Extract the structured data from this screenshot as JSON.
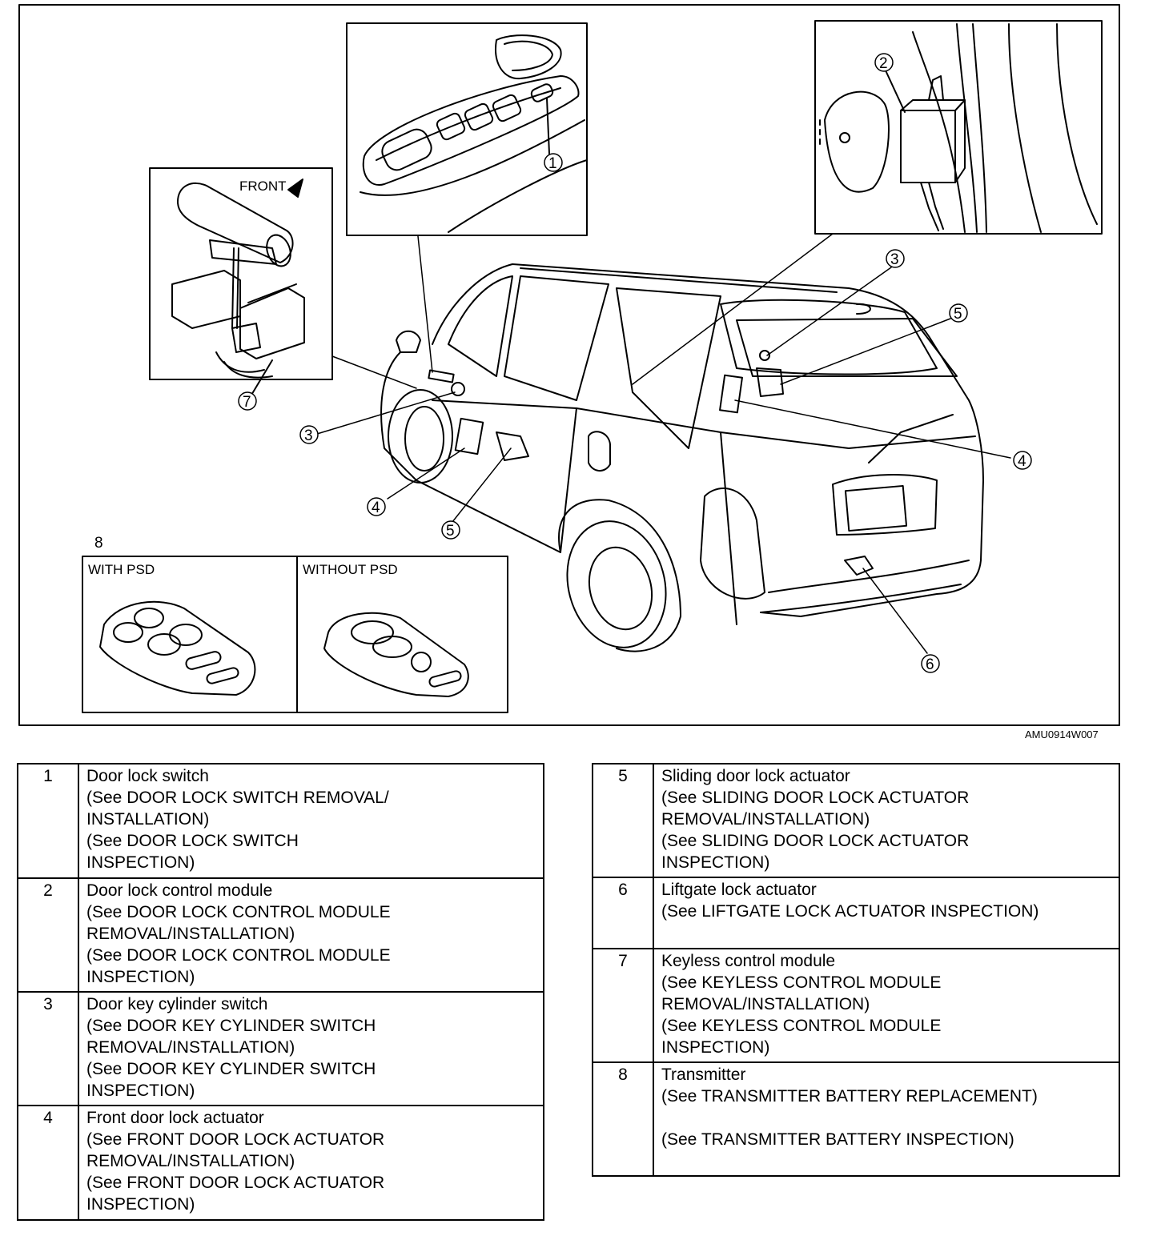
{
  "figure": {
    "id_code": "AMU0914W007",
    "front_label": "FRONT",
    "transmitter_label": "8",
    "with_psd_label": "WITH PSD",
    "without_psd_label": "WITHOUT PSD",
    "callouts": [
      "1",
      "2",
      "3",
      "3",
      "4",
      "4",
      "5",
      "5",
      "6",
      "7"
    ]
  },
  "legend": {
    "left": [
      {
        "num": "1",
        "text": "Door lock switch\n(See DOOR LOCK SWITCH REMOVAL/\nINSTALLATION)\n(See DOOR LOCK SWITCH\nINSPECTION)"
      },
      {
        "num": "2",
        "text": "Door lock control module\n(See DOOR LOCK CONTROL MODULE\nREMOVAL/INSTALLATION)\n(See  DOOR LOCK CONTROL MODULE\nINSPECTION)"
      },
      {
        "num": "3",
        "text": "Door key cylinder switch\n(See DOOR KEY CYLINDER SWITCH\nREMOVAL/INSTALLATION)\n(See DOOR KEY CYLINDER SWITCH\nINSPECTION)"
      },
      {
        "num": "4",
        "text": "Front door lock actuator\n(See FRONT DOOR LOCK ACTUATOR\nREMOVAL/INSTALLATION)\n(See  FRONT DOOR LOCK ACTUATOR\nINSPECTION)"
      }
    ],
    "right": [
      {
        "num": "5",
        "text": "Sliding door lock actuator\n(See SLIDING DOOR LOCK ACTUATOR\nREMOVAL/INSTALLATION)\n(See SLIDING DOOR LOCK ACTUATOR\nINSPECTION)"
      },
      {
        "num": "6",
        "text": "Liftgate lock actuator\n(See LIFTGATE LOCK ACTUATOR INSPECTION)"
      },
      {
        "num": "7",
        "text": "Keyless control module\n(See KEYLESS CONTROL MODULE\nREMOVAL/INSTALLATION)\n(See KEYLESS CONTROL MODULE\nINSPECTION)"
      },
      {
        "num": "8",
        "text": "Transmitter\n(See TRANSMITTER BATTERY  REPLACEMENT)\n\n(See TRANSMITTER BATTERY  INSPECTION)"
      }
    ]
  }
}
